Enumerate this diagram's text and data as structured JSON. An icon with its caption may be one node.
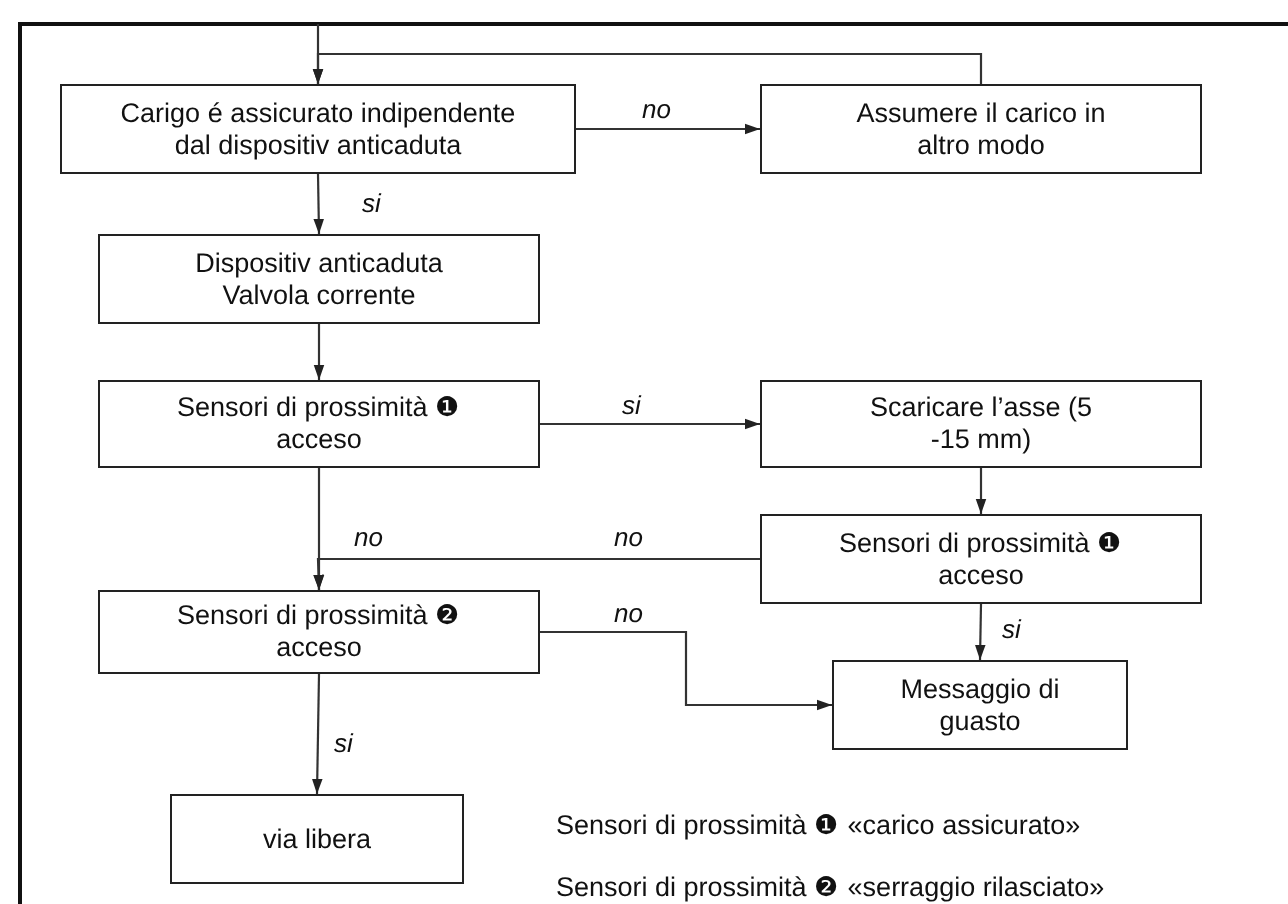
{
  "diagram": {
    "nodes": [
      {
        "text": [
          "Carigo é assicurato indipendente dal dispositiv anticaduta"
        ]
      },
      {
        "text": [
          "Assumere il carico in altro modo"
        ]
      },
      {
        "text": [
          "Dispositiv anticaduta Valvola corrente"
        ]
      },
      {
        "text": [
          "Sensori di prossimità ❶ acceso"
        ]
      },
      {
        "text": [
          "Scaricare l’asse (5 -15 mm)"
        ]
      },
      {
        "text": [
          "Sensori di prossimità ❶ acceso"
        ]
      },
      {
        "text": [
          "Sensori di prossimità ❷ acceso"
        ]
      },
      {
        "text": [
          "Messaggio di guasto"
        ]
      },
      {
        "text": [
          "via libera"
        ]
      }
    ],
    "edges": [
      {
        "from": null,
        "to": 0,
        "arrow": "to"
      },
      {
        "from": 0,
        "to": 1,
        "arrow": "to",
        "label": "no"
      },
      {
        "from": 1,
        "to": 0,
        "arrow": "to"
      },
      {
        "from": 0,
        "to": 2,
        "arrow": "to",
        "label": "si"
      },
      {
        "from": 2,
        "to": 3,
        "arrow": "to"
      },
      {
        "from": 3,
        "to": 4,
        "arrow": "to",
        "label": "si"
      },
      {
        "from": 4,
        "to": 5,
        "arrow": "to"
      },
      {
        "from": 3,
        "to": 6,
        "arrow": "to",
        "label": "no"
      },
      {
        "from": 5,
        "to": 6,
        "arrow": "to",
        "label": "no"
      },
      {
        "from": 5,
        "to": 7,
        "arrow": "to",
        "label": "si"
      },
      {
        "from": 6,
        "to": 7,
        "arrow": "to",
        "label": "no"
      },
      {
        "from": 6,
        "to": 8,
        "arrow": "to",
        "label": "si"
      }
    ],
    "labels": [
      "Sensori di prossimità ❶ «carico assicurato»",
      "Sensori di prossimità ❷ «serraggio rilasciato»"
    ]
  }
}
